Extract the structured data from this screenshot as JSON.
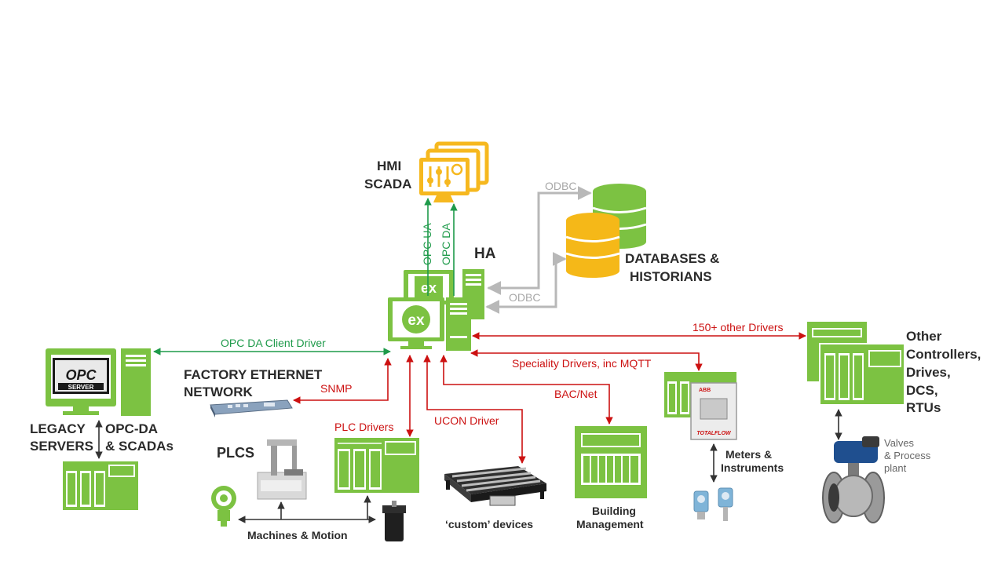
{
  "nodes": {
    "hmi_line1": "HMI",
    "hmi_line2": "SCADA",
    "ha": "HA",
    "databases_line1": "DATABASES &",
    "databases_line2": "HISTORIANS",
    "factory_line1": "FACTORY ETHERNET",
    "factory_line2": "NETWORK",
    "legacy_line1": "LEGACY",
    "legacy_line2": "SERVERS",
    "opcda_line1": "OPC-DA",
    "opcda_line2": "& SCADAs",
    "plcs": "PLCS",
    "machines": "Machines & Motion",
    "custom_devices": "‘custom’ devices",
    "building_line1": "Building",
    "building_line2": "Management",
    "meters_line1": "Meters &",
    "meters_line2": "Instruments",
    "other_line1": "Other",
    "other_line2": "Controllers,",
    "other_line3": "Drives,",
    "other_line4": "DCS,",
    "other_line5": "RTUs",
    "valves_line1": "Valves",
    "valves_line2": "& Process",
    "valves_line3": "plant",
    "ex_logo": "ex",
    "opc_logo": "OPC",
    "opc_server_logo": "SERVER",
    "totalflow_logo": "TOTALFLOW",
    "abb_logo": "ABB"
  },
  "connections": {
    "opc_ua": "OPC UA",
    "opc_da": "OPC DA",
    "odbc_top": "ODBC",
    "odbc_bottom": "ODBC",
    "opc_da_client": "OPC DA Client Driver",
    "other_drivers": "150+ other Drivers",
    "speciality": "Speciality Drivers, inc MQTT",
    "snmp": "SNMP",
    "bacnet": "BAC/Net",
    "plc_drivers": "PLC Drivers",
    "ucon": "UCON Driver"
  },
  "colors": {
    "green": "#7cc242",
    "connector_green": "#1e9a4a",
    "connector_red": "#cc1111",
    "connector_gray": "#b8b8b8",
    "hmi_yellow": "#f6b81f",
    "database_yellow": "#f5b818",
    "text_dark": "#2b2b2b"
  }
}
